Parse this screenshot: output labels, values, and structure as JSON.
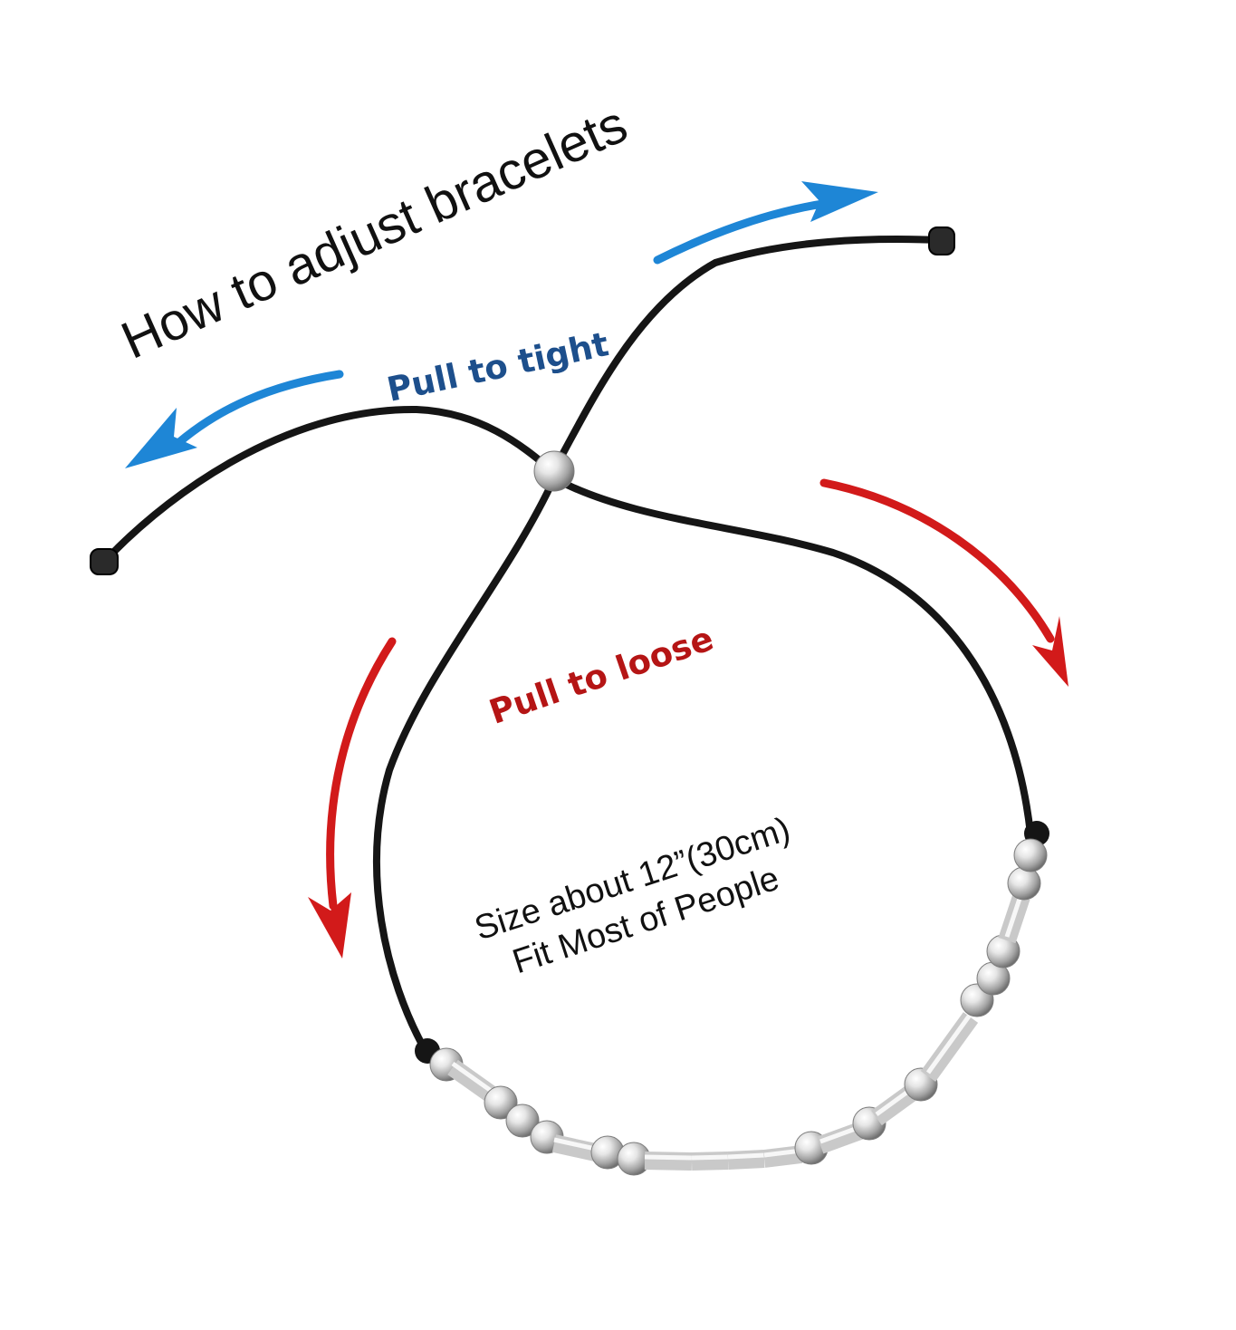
{
  "title": "How to adjust bracelets",
  "pull_tight": {
    "label": "Pull to tight",
    "color": "#1d4f8c",
    "arrow_color": "#1e86d6"
  },
  "pull_loose": {
    "label": "Pull to loose",
    "color": "#b51515",
    "arrow_color": "#d21a1a"
  },
  "size_note": {
    "line1": "Size about 12”(30cm)",
    "line2": "Fit Most of People"
  },
  "bracelet": {
    "cord_color": "#151515",
    "bead_color": "silver"
  }
}
